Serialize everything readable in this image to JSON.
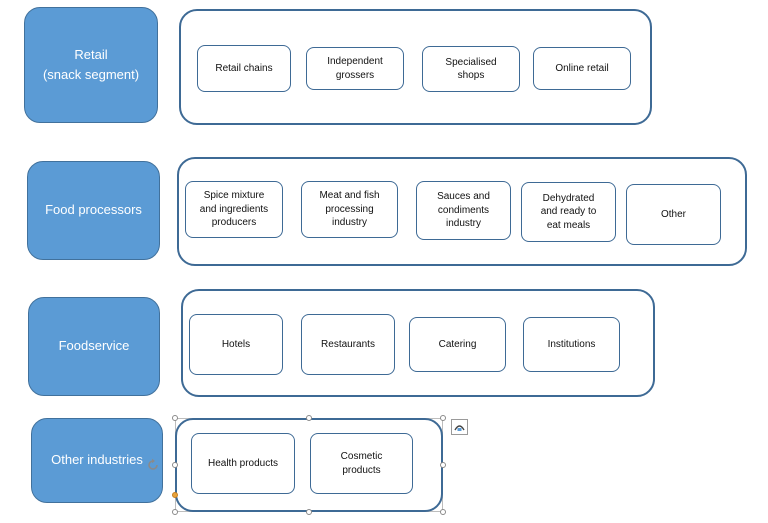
{
  "rows": [
    {
      "category": [
        "Retail",
        "(snack segment)"
      ],
      "items": [
        "Retail chains",
        "Independent\ngrossers",
        "Specialised\nshops",
        "Online retail"
      ]
    },
    {
      "category": [
        "Food processors"
      ],
      "items": [
        "Spice mixture\nand ingredients\nproducers",
        "Meat and fish\nprocessing\nindustry",
        "Sauces and\ncondiments\nindustry",
        "Dehydrated\nand ready to\neat meals",
        "Other"
      ]
    },
    {
      "category": [
        "Foodservice"
      ],
      "items": [
        "Hotels",
        "Restaurants",
        "Catering",
        "Institutions"
      ]
    },
    {
      "category": [
        "Other industries"
      ],
      "items": [
        "Health products",
        "Cosmetic\nproducts"
      ]
    }
  ],
  "colors": {
    "category_fill": "#5b9bd5",
    "border": "#3e6a95"
  },
  "icons": [
    "rotate-handle-icon",
    "layout-options-icon"
  ]
}
